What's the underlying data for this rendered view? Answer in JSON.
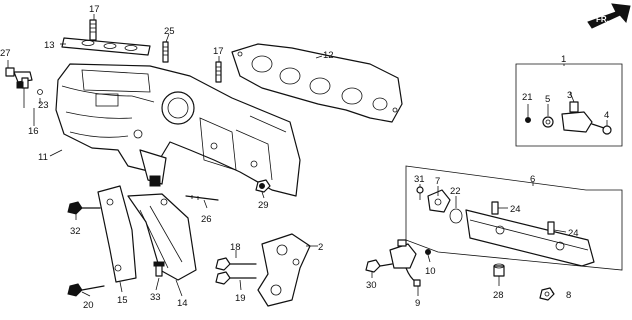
{
  "direction_marker": {
    "label": "FR."
  },
  "callouts": {
    "c1": "1",
    "c2": "2",
    "c3": "3",
    "c4": "4",
    "c5": "5",
    "c6": "6",
    "c7": "7",
    "c8": "8",
    "c9": "9",
    "c10": "10",
    "c11": "11",
    "c12": "12",
    "c13": "13",
    "c14": "14",
    "c15": "15",
    "c16": "16",
    "c17a": "17",
    "c17b": "17",
    "c18": "18",
    "c19": "19",
    "c20": "20",
    "c21": "21",
    "c22": "22",
    "c23": "23",
    "c24a": "24",
    "c24b": "24",
    "c25": "25",
    "c26": "26",
    "c27": "27",
    "c28": "28",
    "c29": "29",
    "c30": "30",
    "c31": "31",
    "c32": "32",
    "c33": "33"
  }
}
